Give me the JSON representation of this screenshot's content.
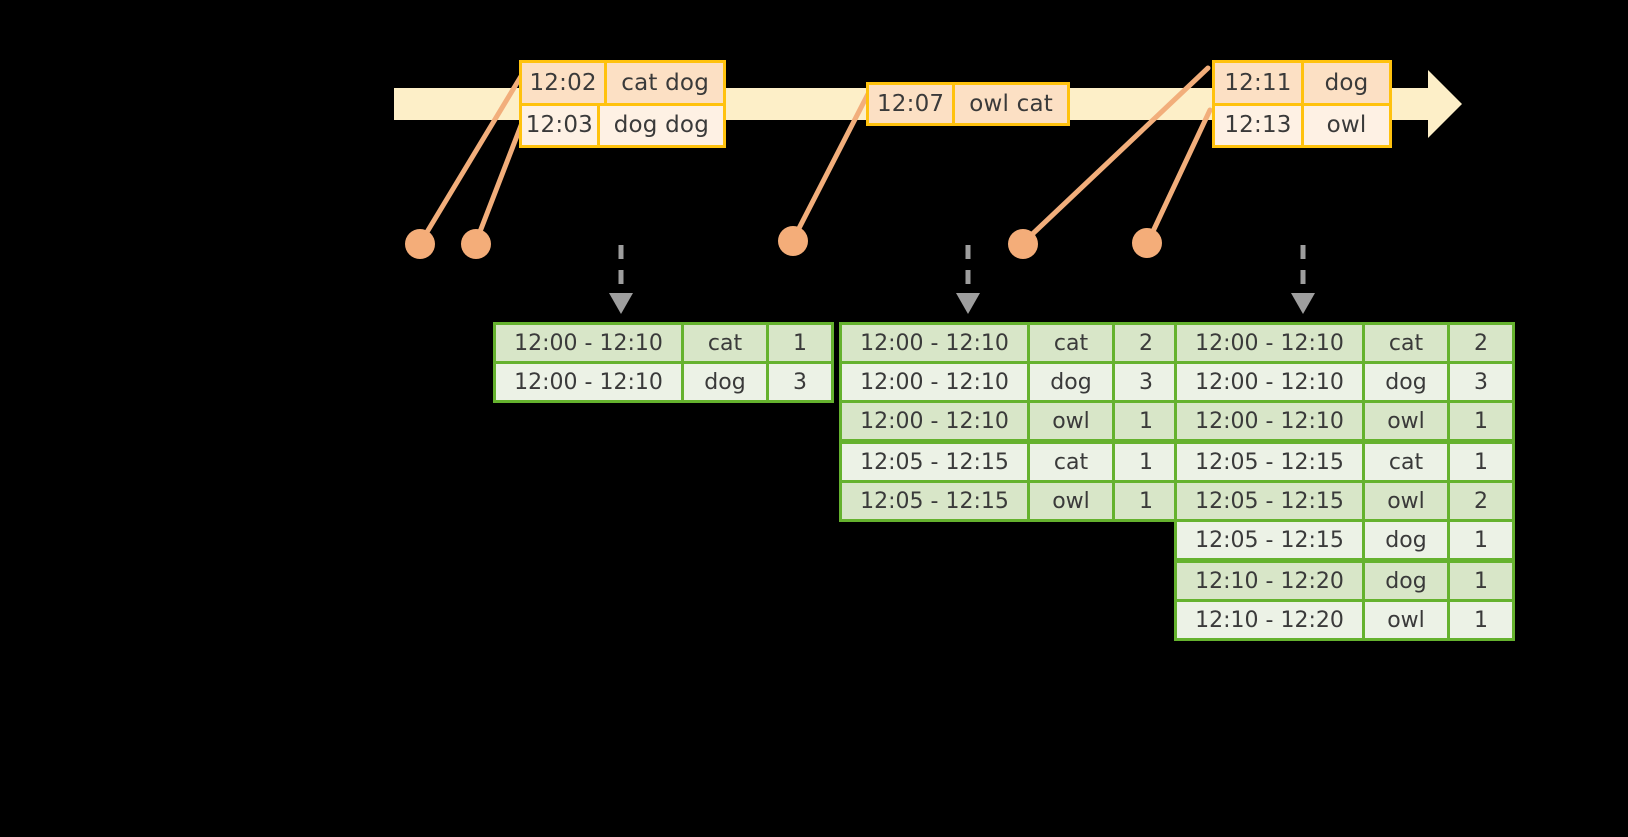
{
  "diagram": {
    "title": "sliding-window-aggregation-timeline",
    "colors": {
      "background": "#000000",
      "timeline_bar": "#FDEFC8",
      "event_border": "#FFC20E",
      "event_fill_dark": "#FCE0C4",
      "event_fill_light": "#FEF1E4",
      "connector": "#F2AE7B",
      "dot": "#F4AD79",
      "table_border": "#65B22E",
      "row_fill_dark": "#D8E6C8",
      "row_fill_light": "#ECF2E6",
      "dashed_arrow": "#9E9E9E"
    }
  },
  "timeline": {
    "name": "event-timeline-arrow",
    "direction": "right"
  },
  "events": [
    {
      "id": "event-group-1",
      "rows": [
        {
          "time": "12:02",
          "words": "cat dog"
        },
        {
          "time": "12:03",
          "words": "dog dog"
        }
      ]
    },
    {
      "id": "event-group-2",
      "rows": [
        {
          "time": "12:07",
          "words": "owl cat"
        }
      ]
    },
    {
      "id": "event-group-3",
      "rows": [
        {
          "time": "12:11",
          "words": "dog"
        },
        {
          "time": "12:13",
          "words": "owl"
        }
      ]
    }
  ],
  "dots": [
    {
      "id": "dot-1202"
    },
    {
      "id": "dot-1203"
    },
    {
      "id": "dot-1207"
    },
    {
      "id": "dot-1211"
    },
    {
      "id": "dot-1213"
    }
  ],
  "tables": [
    {
      "id": "result-table-1",
      "rows": [
        {
          "window": "12:00 - 12:10",
          "key": "cat",
          "count": "1",
          "group": 0
        },
        {
          "window": "12:00 - 12:10",
          "key": "dog",
          "count": "3",
          "group": 0
        }
      ]
    },
    {
      "id": "result-table-2",
      "rows": [
        {
          "window": "12:00 - 12:10",
          "key": "cat",
          "count": "2",
          "group": 0
        },
        {
          "window": "12:00 - 12:10",
          "key": "dog",
          "count": "3",
          "group": 0
        },
        {
          "window": "12:00 - 12:10",
          "key": "owl",
          "count": "1",
          "group": 0
        },
        {
          "window": "12:05 - 12:15",
          "key": "cat",
          "count": "1",
          "group": 1
        },
        {
          "window": "12:05 - 12:15",
          "key": "owl",
          "count": "1",
          "group": 1
        }
      ]
    },
    {
      "id": "result-table-3",
      "rows": [
        {
          "window": "12:00 - 12:10",
          "key": "cat",
          "count": "2",
          "group": 0
        },
        {
          "window": "12:00 - 12:10",
          "key": "dog",
          "count": "3",
          "group": 0
        },
        {
          "window": "12:00 - 12:10",
          "key": "owl",
          "count": "1",
          "group": 0
        },
        {
          "window": "12:05 - 12:15",
          "key": "cat",
          "count": "1",
          "group": 1
        },
        {
          "window": "12:05 - 12:15",
          "key": "owl",
          "count": "2",
          "group": 1
        },
        {
          "window": "12:05 - 12:15",
          "key": "dog",
          "count": "1",
          "group": 1
        },
        {
          "window": "12:10 - 12:20",
          "key": "dog",
          "count": "1",
          "group": 2
        },
        {
          "window": "12:10 - 12:20",
          "key": "owl",
          "count": "1",
          "group": 2
        }
      ]
    }
  ]
}
